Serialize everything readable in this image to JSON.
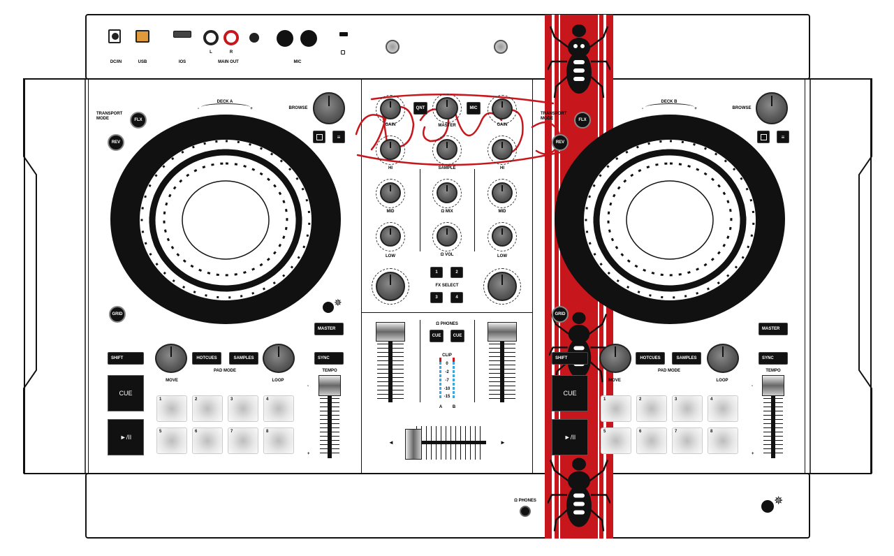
{
  "rear": {
    "dc_in": "DC/IN",
    "usb": "USB",
    "ios": "IOS",
    "main_out": "MAIN OUT",
    "left": "L",
    "right": "R",
    "mic": "MIC"
  },
  "deck_a": {
    "name": "DECK A",
    "transport_mode": "TRANSPORT MODE",
    "flx": "FLX",
    "rev": "REV",
    "browse": "BROWSE",
    "grid": "GRID",
    "master": "MASTER",
    "sync": "SYNC",
    "shift": "SHIFT",
    "hotcues": "HOTCUES",
    "samples": "SAMPLES",
    "pad_mode": "PAD MODE",
    "move": "MOVE",
    "loop": "LOOP",
    "tempo": "TEMPO",
    "cue": "CUE",
    "play": "►/II",
    "minus": "-",
    "plus": "+",
    "pads": [
      "1",
      "2",
      "3",
      "4",
      "5",
      "6",
      "7",
      "8"
    ]
  },
  "deck_b": {
    "name": "DECK B",
    "transport_mode": "TRANSPORT MODE",
    "flx": "FLX",
    "rev": "REV",
    "browse": "BROWSE",
    "grid": "GRID",
    "master": "MASTER",
    "sync": "SYNC",
    "shift": "SHIFT",
    "hotcues": "HOTCUES",
    "samples": "SAMPLES",
    "pad_mode": "PAD MODE",
    "move": "MOVE",
    "loop": "LOOP",
    "tempo": "TEMPO",
    "cue": "CUE",
    "play": "►/II",
    "minus": "-",
    "plus": "+",
    "pads": [
      "1",
      "2",
      "3",
      "4",
      "5",
      "6",
      "7",
      "8"
    ]
  },
  "mixer": {
    "qnt": "QNT",
    "mic": "MIC",
    "master": "MASTER",
    "gain": "GAIN",
    "hi": "HI",
    "mid": "MID",
    "low": "LOW",
    "sample": "SAMPLE",
    "mix": "Ω MIX",
    "vol": "Ω VOL",
    "fx_select": "FX SELECT",
    "fx": [
      "1",
      "2",
      "3",
      "4"
    ],
    "phones": "Ω PHONES",
    "cue": "CUE",
    "clip": "CLIP",
    "vu": [
      "0",
      "-2",
      "-7",
      "-10",
      "-15"
    ],
    "a": "A",
    "b": "B",
    "xf_left": "◄",
    "xf_right": "►"
  },
  "front": {
    "phones": "Ω PHONES"
  },
  "colors": {
    "stripe": "#c8161d",
    "body": "#ffffff",
    "outline": "#111111"
  }
}
